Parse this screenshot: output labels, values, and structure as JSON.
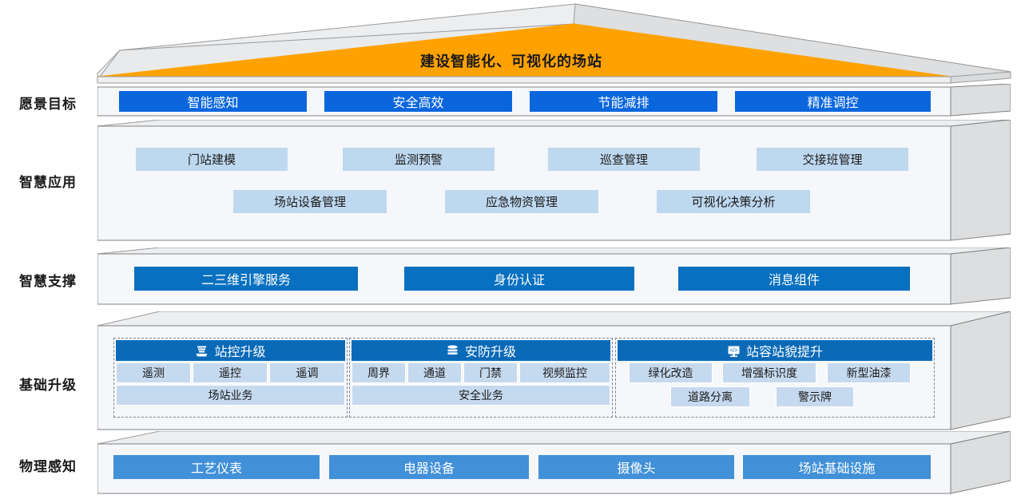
{
  "diagram": {
    "roof_title": "建设智能化、可视化的场站",
    "colors": {
      "roof_orange": "#ffa200",
      "vision_blue": "#0b66de",
      "support_blue": "#0770c0",
      "physical_blue": "#4190d8",
      "group_header_blue": "#0a6ab8",
      "app_item_blue": "#bed8ef",
      "sub_item_blue": "#c5d9ef",
      "layer_face": "#f5f7fa"
    },
    "layers": [
      {
        "id": "vision",
        "label": "愿景目标",
        "items": [
          "智能感知",
          "安全高效",
          "节能减排",
          "精准调控"
        ]
      },
      {
        "id": "application",
        "label": "智慧应用",
        "row1": [
          "门站建模",
          "监测预警",
          "巡查管理",
          "交接班管理"
        ],
        "row2": [
          "场站设备管理",
          "应急物资管理",
          "可视化决策分析"
        ]
      },
      {
        "id": "support",
        "label": "智慧支撑",
        "items": [
          "二三维引擎服务",
          "身份认证",
          "消息组件"
        ]
      },
      {
        "id": "base",
        "label": "基础升级",
        "groups": [
          {
            "title": "站控升级",
            "icon": "server-stack-icon",
            "row1": [
              "遥测",
              "遥控",
              "遥调"
            ],
            "row2": [
              "场站业务"
            ]
          },
          {
            "title": "安防升级",
            "icon": "database-stack-icon",
            "row1": [
              "周界",
              "通道",
              "门禁",
              "视频监控"
            ],
            "row2": [
              "安全业务"
            ]
          },
          {
            "title": "站容站貌提升",
            "icon": "code-monitor-icon",
            "row1": [
              "绿化改造",
              "增强标识度",
              "新型油漆"
            ],
            "row2": [
              "道路分离",
              "警示牌"
            ]
          }
        ]
      },
      {
        "id": "physical",
        "label": "物理感知",
        "items": [
          "工艺仪表",
          "电器设备",
          "摄像头",
          "场站基础设施"
        ]
      }
    ]
  }
}
